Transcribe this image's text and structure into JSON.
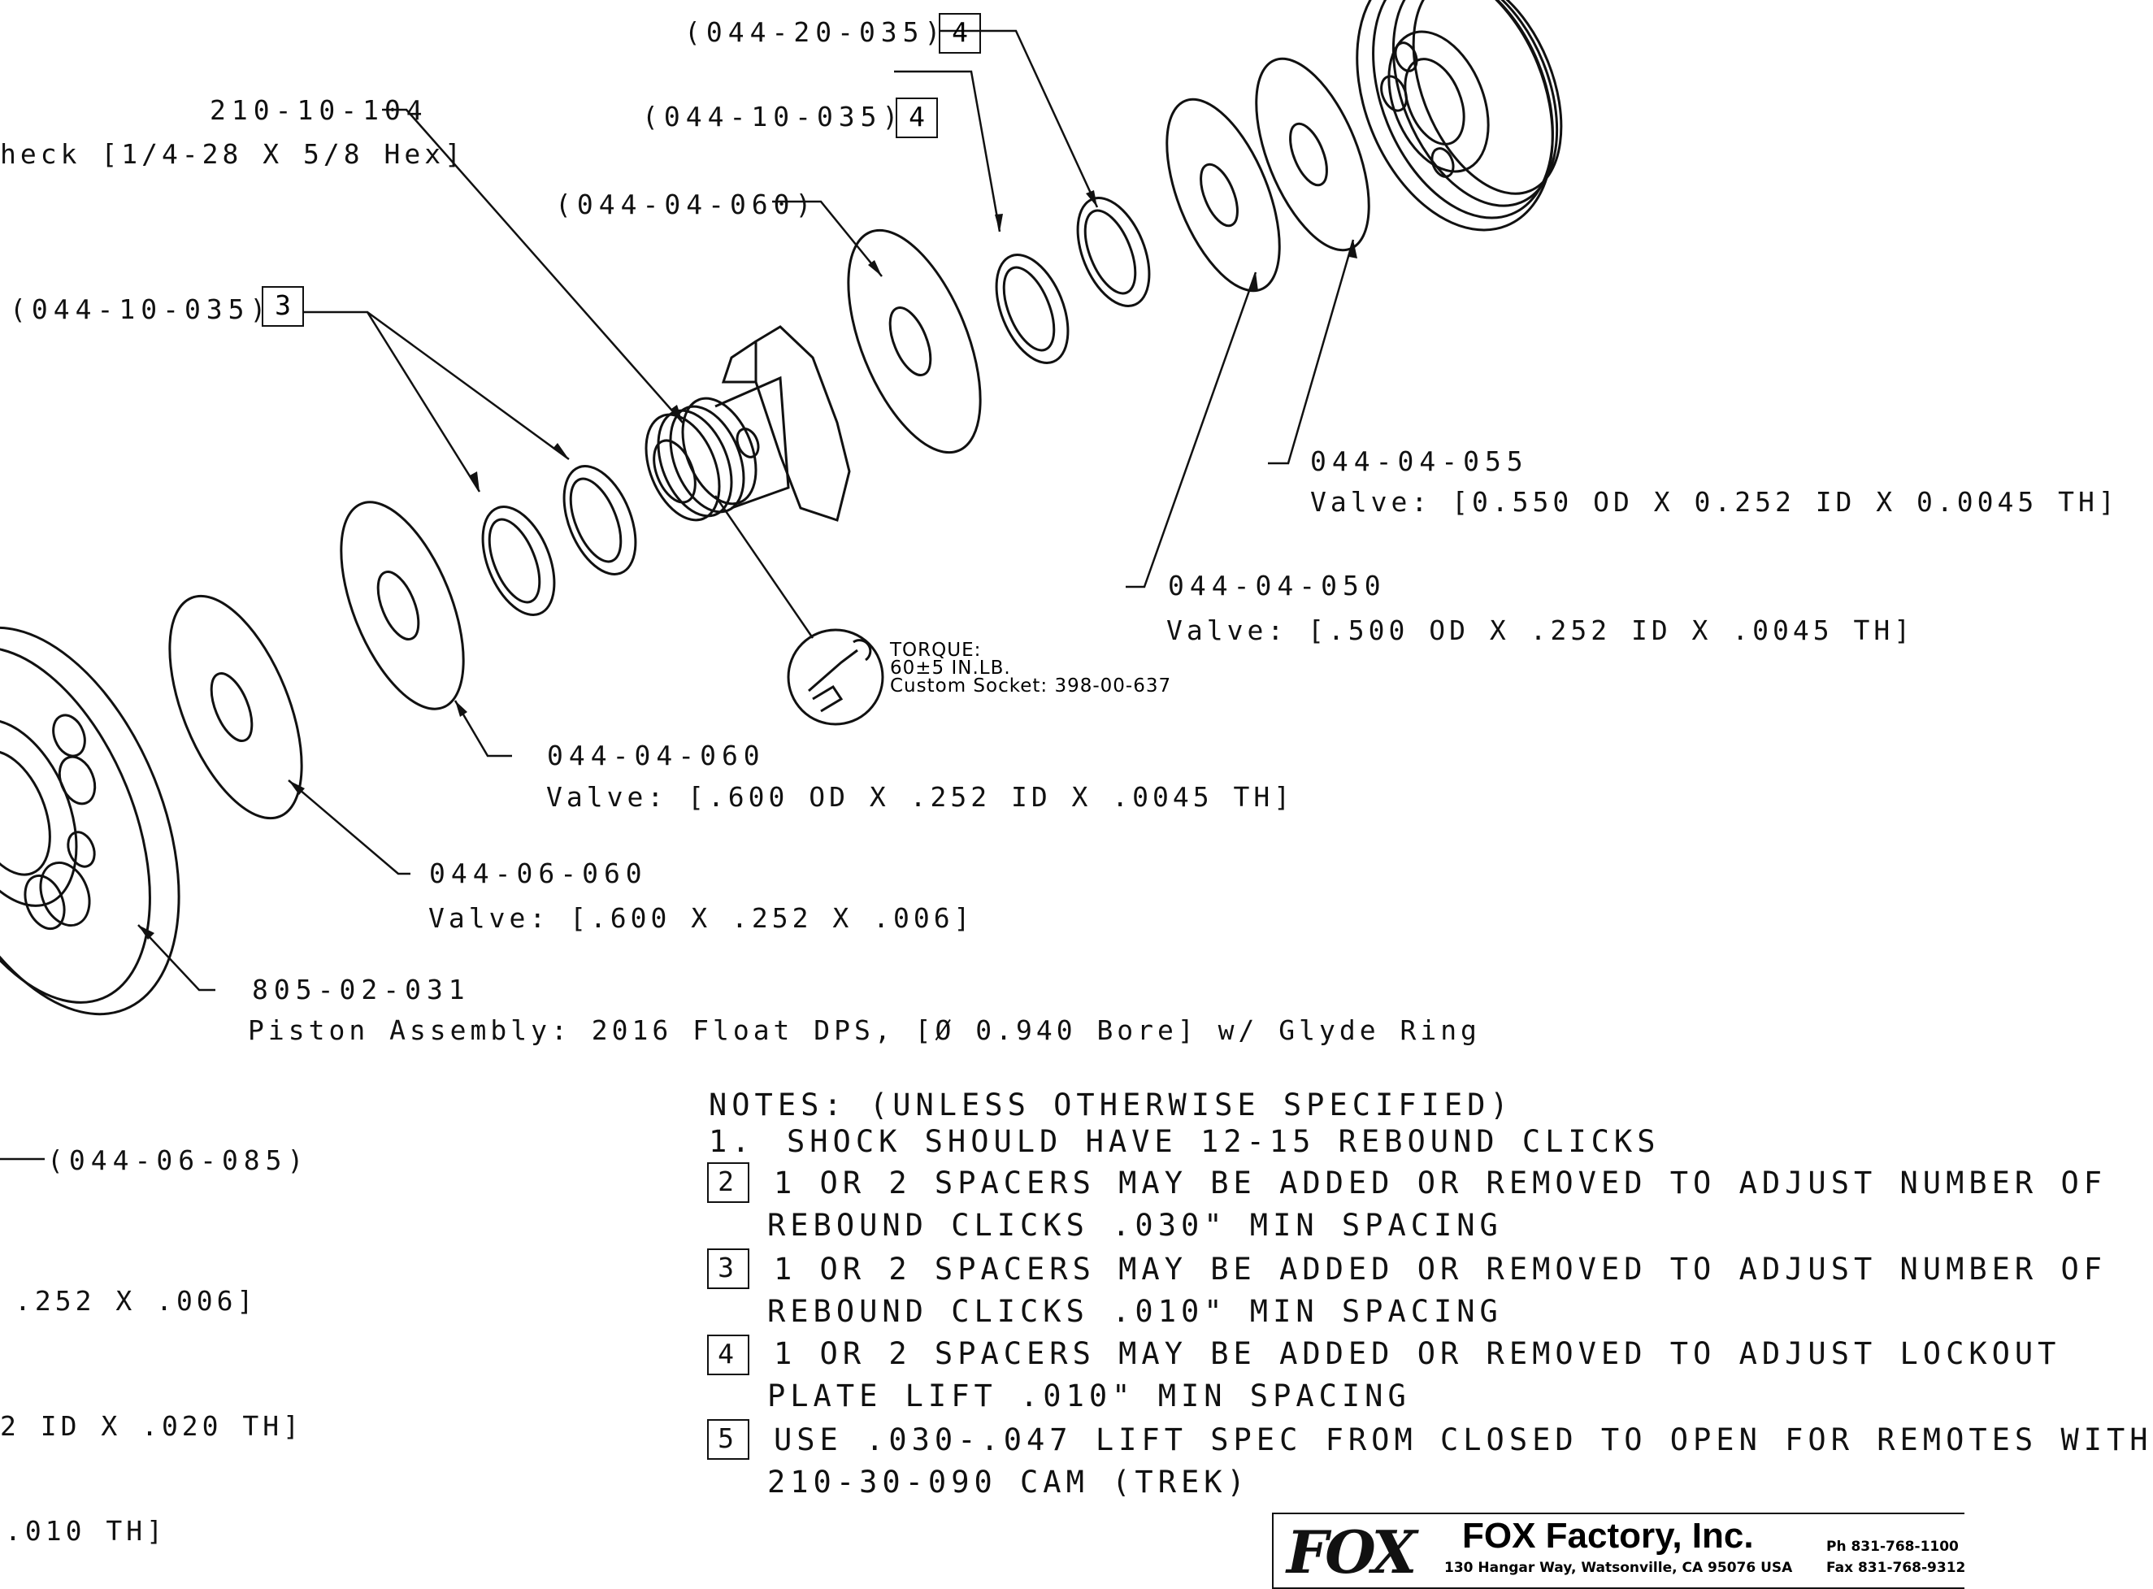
{
  "labels": {
    "top_ref_4a": "(044-20-035)",
    "top_ref_4b": "(044-10-035)",
    "ref_3": "(044-10-035)",
    "ref_060": "(044-04-060)",
    "pn_210": "210-10-104",
    "desc_210": "heck [1/4-28 X 5/8 Hex]",
    "pn_055": "044-04-055",
    "desc_055": "Valve: [0.550 OD X 0.252 ID X 0.0045 TH]",
    "pn_050": "044-04-050",
    "desc_050": "Valve: [.500 OD X .252 ID X .0045 TH]",
    "pn_060": "044-04-060",
    "desc_060": "Valve: [.600 OD X .252 ID X .0045 TH]",
    "pn_06060": "044-06-060",
    "desc_06060": "Valve: [.600 X .252 X .006]",
    "pn_805": "805-02-031",
    "desc_805": "Piston Assembly: 2016 Float DPS, [Ø 0.940 Bore] w/ Glyde Ring",
    "ref_085": "(044-06-085)",
    "cut_1": ".252 X .006]",
    "cut_2": "2 ID X .020 TH]",
    "cut_3": ".010 TH]"
  },
  "boxes": {
    "b4a": "4",
    "b4b": "4",
    "b3": "3"
  },
  "torque": {
    "line1": "TORQUE:",
    "line2": "60±5 IN.LB.",
    "line3": "Custom Socket: 398-00-637"
  },
  "notes": {
    "title": "NOTES: (UNLESS OTHERWISE SPECIFIED)",
    "n1_num": "1.",
    "n1": "SHOCK SHOULD HAVE 12-15 REBOUND CLICKS",
    "n2_num": "2",
    "n2a": "1 OR 2 SPACERS MAY BE ADDED OR REMOVED TO ADJUST NUMBER OF",
    "n2b": "REBOUND CLICKS .030\" MIN SPACING",
    "n3_num": "3",
    "n3a": "1 OR 2 SPACERS MAY BE ADDED OR REMOVED TO ADJUST NUMBER OF",
    "n3b": "REBOUND CLICKS .010\" MIN SPACING",
    "n4_num": "4",
    "n4a": "1 OR 2 SPACERS MAY BE ADDED OR REMOVED TO ADJUST LOCKOUT",
    "n4b": "PLATE LIFT .010\" MIN SPACING",
    "n5_num": "5",
    "n5a": "USE .030-.047 LIFT SPEC FROM CLOSED TO OPEN FOR REMOTES WITH",
    "n5b": "210-30-090 CAM (TREK)"
  },
  "title_block": {
    "logo": "FOX",
    "company": "FOX Factory, Inc.",
    "address": "130 Hangar Way, Watsonville, CA 95076 USA",
    "phone": "Ph 831-768-1100",
    "fax": "Fax 831-768-9312"
  }
}
